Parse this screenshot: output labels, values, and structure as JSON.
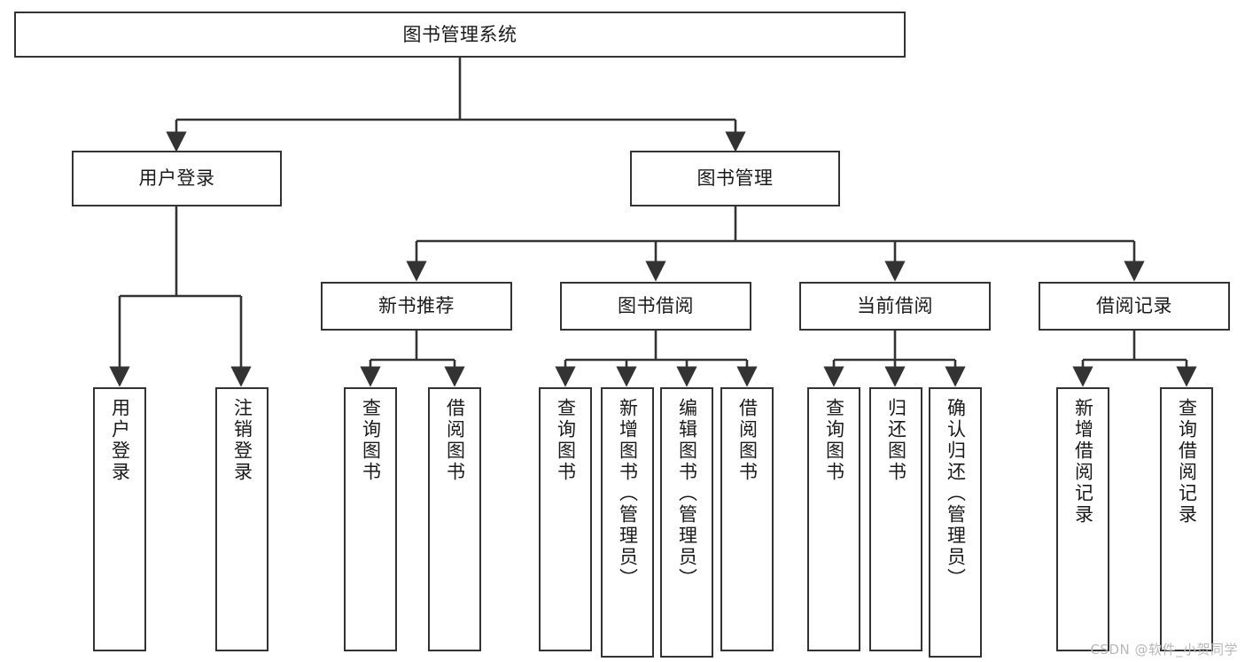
{
  "diagram": {
    "title": "图书管理系统",
    "watermark": "CSDN @软件_小贺同学",
    "line_color": "#333333",
    "box_fill": "#ffffff",
    "text_color": "#1a1a1a",
    "levels": {
      "root": {
        "label": "图书管理系统"
      },
      "level2": [
        {
          "label": "用户登录"
        },
        {
          "label": "图书管理"
        }
      ],
      "level3": [
        {
          "label": "新书推荐"
        },
        {
          "label": "图书借阅"
        },
        {
          "label": "当前借阅"
        },
        {
          "label": "借阅记录"
        }
      ],
      "leaves": [
        {
          "label": "用户登录",
          "parent": "用户登录"
        },
        {
          "label": "注销登录",
          "parent": "用户登录"
        },
        {
          "label": "查询图书",
          "parent": "新书推荐"
        },
        {
          "label": "借阅图书",
          "parent": "新书推荐"
        },
        {
          "label": "查询图书",
          "parent": "图书借阅"
        },
        {
          "label": "新增图书（管理员）",
          "parent": "图书借阅"
        },
        {
          "label": "编辑图书（管理员）",
          "parent": "图书借阅"
        },
        {
          "label": "借阅图书",
          "parent": "图书借阅"
        },
        {
          "label": "查询图书",
          "parent": "当前借阅"
        },
        {
          "label": "归还图书",
          "parent": "当前借阅"
        },
        {
          "label": "确认归还（管理员）",
          "parent": "当前借阅"
        },
        {
          "label": "新增借阅记录",
          "parent": "借阅记录"
        },
        {
          "label": "查询借阅记录",
          "parent": "借阅记录"
        }
      ]
    }
  }
}
